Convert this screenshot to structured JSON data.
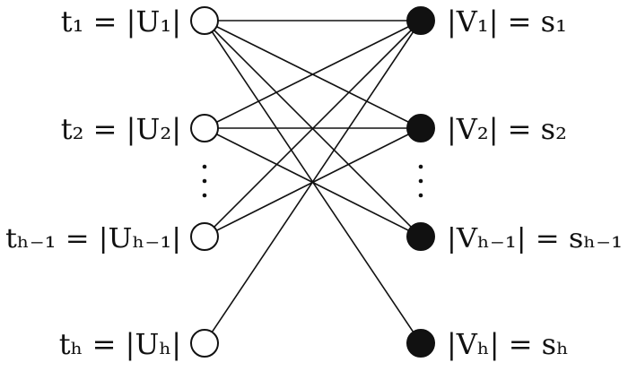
{
  "left_labels": {
    "u1": "t₁ = |U₁|",
    "u2": "t₂ = |U₂|",
    "uh1": "tₕ₋₁ = |Uₕ₋₁|",
    "uh": "tₕ = |Uₕ|"
  },
  "right_labels": {
    "v1": "|V₁| = s₁",
    "v2": "|V₂| = s₂",
    "vh1": "|Vₕ₋₁| = sₕ₋₁",
    "vh": "|Vₕ| = sₕ"
  },
  "edges": [
    [
      "u1",
      "v1"
    ],
    [
      "u1",
      "v2"
    ],
    [
      "u1",
      "vh1"
    ],
    [
      "u1",
      "vh"
    ],
    [
      "u2",
      "v1"
    ],
    [
      "u2",
      "v2"
    ],
    [
      "u2",
      "vh1"
    ],
    [
      "uh1",
      "v1"
    ],
    [
      "uh1",
      "v2"
    ],
    [
      "uh",
      "v1"
    ]
  ],
  "colors": {
    "ink": "#111111",
    "background": "#ffffff"
  }
}
